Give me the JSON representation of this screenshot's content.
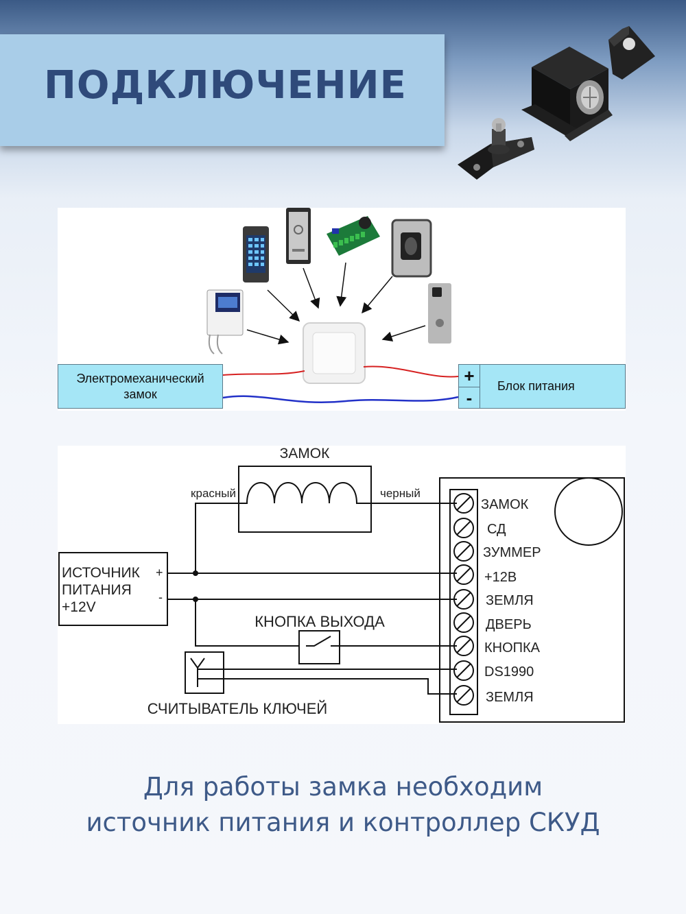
{
  "header": {
    "title": "ПОДКЛЮЧЕНИЕ"
  },
  "connection_diagram": {
    "lock_box_label": "Электромеханический\nзамок",
    "psu_box_label": "Блок питания",
    "psu_plus": "+",
    "psu_minus": "-",
    "wire_colors": {
      "positive": "#d62020",
      "negative": "#2231c8"
    }
  },
  "wiring": {
    "lock_label": "ЗАМОК",
    "red_wire_label": "красный",
    "black_wire_label": "черный",
    "power_source": {
      "line1": "ИСТОЧНИК",
      "line2": "ПИТАНИЯ",
      "line3": "+12V",
      "plus": "+",
      "minus": "-"
    },
    "exit_button_label": "КНОПКА ВЫХОДА",
    "key_reader_label": "СЧИТЫВАТЕЛЬ КЛЮЧЕЙ",
    "terminals": [
      "ЗАМОК",
      "СД",
      "ЗУММЕР",
      "+12В",
      "ЗЕМЛЯ",
      "ДВЕРЬ",
      "КНОПКА",
      "DS1990",
      "ЗЕМЛЯ"
    ]
  },
  "footer": {
    "line1": "Для работы замка необходим",
    "line2": "источник питания и контроллер СКУД"
  },
  "colors": {
    "brand": "#2f4a7a",
    "banner": "#a9cde8",
    "box": "#a5e6f6"
  }
}
